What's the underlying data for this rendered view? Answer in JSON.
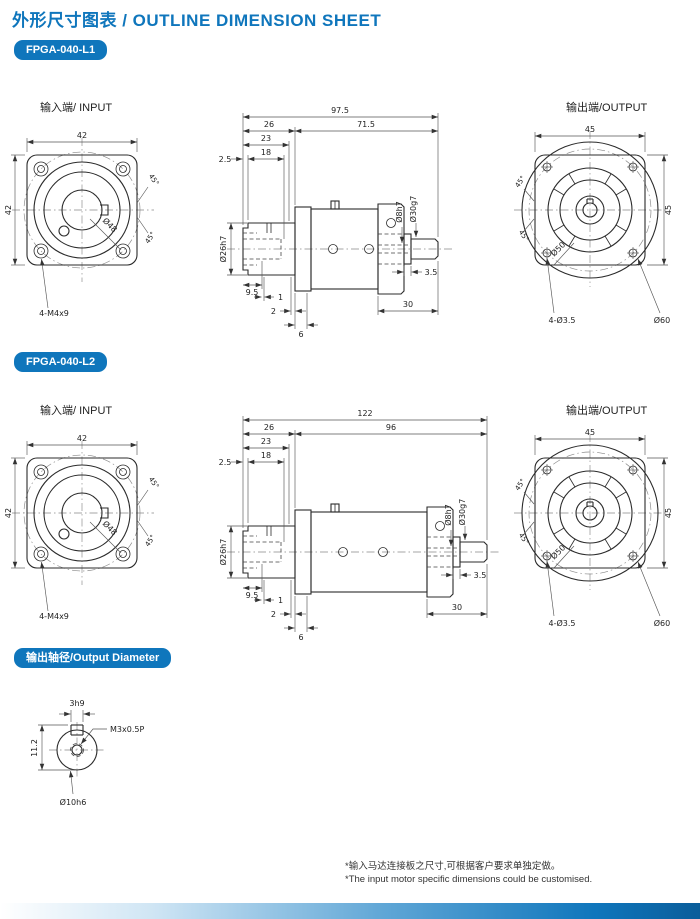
{
  "page": {
    "title": "外形尺寸图表 / OUTLINE DIMENSION SHEET",
    "footnote_zh": "*输入马达连接板之尺寸,可根据客户要求单独定做。",
    "footnote_en": "*The input motor specific dimensions could be customised.",
    "accent_color": "#0f76bc"
  },
  "l1": {
    "badge": "FPGA-040-L1",
    "input_label": "输入端/ INPUT",
    "output_label": "输出端/OUTPUT",
    "front": {
      "width": "42",
      "height": "42",
      "screws": "4-M4x9",
      "bolt_circle": "Ø48",
      "angle_a": "45°",
      "angle_b": "45°"
    },
    "side": {
      "total": "97.5",
      "input_len": "26",
      "body_len": "71.5",
      "bore_depth": "23",
      "bore_inner": "18",
      "lip": "2.5",
      "coupling_od": "Ø26h7",
      "slot_pos": "9.5",
      "slot_w": "1",
      "gap": "2",
      "plate": "6",
      "output_len": "30",
      "shaft_bore": "Ø8h7",
      "pilot": "Ø30g7",
      "boss": "3.5"
    },
    "rear": {
      "width": "45",
      "height": "45",
      "holes": "4-Ø3.5",
      "flange_od": "Ø60",
      "bolt_circle": "Ø50",
      "angle_a": "45°",
      "angle_b": "45°"
    }
  },
  "l2": {
    "badge": "FPGA-040-L2",
    "input_label": "输入端/ INPUT",
    "output_label": "输出端/OUTPUT",
    "front": {
      "width": "42",
      "height": "42",
      "screws": "4-M4x9",
      "bolt_circle": "Ø48",
      "angle_a": "45°",
      "angle_b": "45°"
    },
    "side": {
      "total": "122",
      "input_len": "26",
      "body_len": "96",
      "bore_depth": "23",
      "bore_inner": "18",
      "lip": "2.5",
      "coupling_od": "Ø26h7",
      "slot_pos": "9.5",
      "slot_w": "1",
      "gap": "2",
      "plate": "6",
      "output_len": "30",
      "shaft_bore": "Ø8h7",
      "pilot": "Ø30g7",
      "boss": "3.5"
    },
    "rear": {
      "width": "45",
      "height": "45",
      "holes": "4-Ø3.5",
      "flange_od": "Ø60",
      "bolt_circle": "Ø50",
      "angle_a": "45°",
      "angle_b": "45°"
    }
  },
  "shaft_section": {
    "badge": "输出轴径/Output Diameter",
    "key_width": "3h9",
    "total_height": "11.2",
    "tap": "M3x0.5P",
    "diameter": "Ø10h6"
  }
}
